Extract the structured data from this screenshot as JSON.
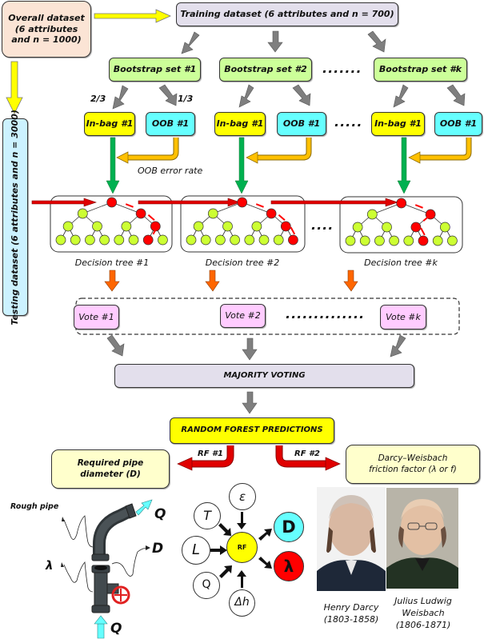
{
  "colors": {
    "overall_fill": "#fbe4d5",
    "training_fill": "#e3dfec",
    "bootstrap_fill": "#ccff99",
    "inbag_fill": "#ffff00",
    "oob_fill": "#66ffff",
    "testing_fill": "#ccf2ff",
    "vote_fill": "#ffccff",
    "majority_fill": "#e3dfec",
    "predictions_fill": "#ffff00",
    "output_fill": "#ffffcc",
    "tree_node": "#ccff33",
    "tree_path_node": "#ff0000",
    "arrow_yellow": "#ffff00",
    "arrow_gray": "#7f7f7f",
    "arrow_green": "#00b050",
    "arrow_orange_feedback": "#ffc000",
    "arrow_orange_down": "#ff6600",
    "arrow_red": "#e00000",
    "arrow_cyan": "#66ffff"
  },
  "overall_dataset": {
    "line1": "Overall dataset",
    "line2": "(6 attributes",
    "line3": "and n = 1000)"
  },
  "training_dataset": "Training dataset (6 attributes and n = 700)",
  "testing_dataset": "Testing dataset (6 attributes and n = 3000)",
  "bootstrap_sets": [
    "Bootstrap set #1",
    "Bootstrap set #2",
    "Bootstrap set #k"
  ],
  "bootstrap_ellipsis": ".......",
  "split_labels": {
    "inbag_fraction": "2/3",
    "oob_fraction": "1/3"
  },
  "subsets": [
    {
      "inbag": "In-bag #1",
      "oob": "OOB #1"
    },
    {
      "inbag": "In-bag #1",
      "oob": "OOB #1"
    },
    {
      "inbag": "In-bag #1",
      "oob": "OOB #1"
    }
  ],
  "subset_ellipsis": ".....",
  "oob_error_label": "OOB error rate",
  "trees": [
    "Decision tree #1",
    "Decision tree #2",
    "Decision tree #k"
  ],
  "tree_ellipsis": "....",
  "votes": [
    "Vote #1",
    "Vote #2",
    "Vote #k"
  ],
  "vote_ellipsis": "..............",
  "majority_voting": "MAJORITY VOTING",
  "predictions": "RANDOM FOREST PREDICTIONS",
  "rf_branches": [
    "RF #1",
    "RF #2"
  ],
  "outputs": {
    "pipe_diameter": {
      "line1": "Required pipe",
      "line2": "diameter (D)"
    },
    "friction_factor": {
      "line1": "Darcy–Weisbach",
      "line2": "friction factor (λ or f)"
    }
  },
  "pipe_illustration": {
    "rough_pipe_label": "Rough pipe",
    "flow_out": "Q",
    "flow_in": "Q",
    "diameter": "D",
    "friction": "λ"
  },
  "rf_model": {
    "center": "RF",
    "inputs": [
      "ε",
      "T",
      "L",
      "Q",
      "Δh"
    ],
    "outputs": [
      "D",
      "λ"
    ]
  },
  "portraits": [
    {
      "name": "Henry Darcy",
      "years": "(1803-1858)"
    },
    {
      "name_line1": "Julius Ludwig",
      "name_line2": "Weisbach",
      "years": "(1806-1871)"
    }
  ]
}
